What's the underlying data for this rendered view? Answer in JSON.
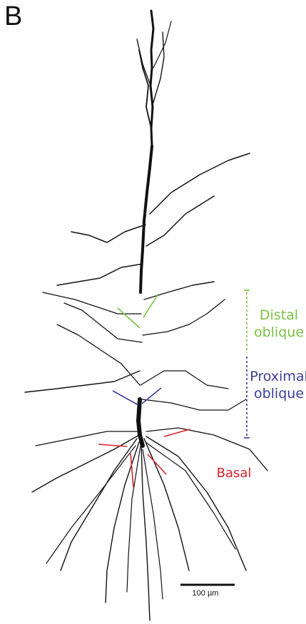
{
  "panel_letter": "B",
  "labels": {
    "distal": [
      "Distal",
      "oblique"
    ],
    "proximal": [
      "Proximal",
      "oblique"
    ],
    "basal": "Basal"
  },
  "scale_bar": {
    "text": "100 µm"
  },
  "colors": {
    "neuron": "#111111",
    "distal": "#7cc142",
    "proximal": "#3b3f93",
    "basal": "#e02127"
  }
}
